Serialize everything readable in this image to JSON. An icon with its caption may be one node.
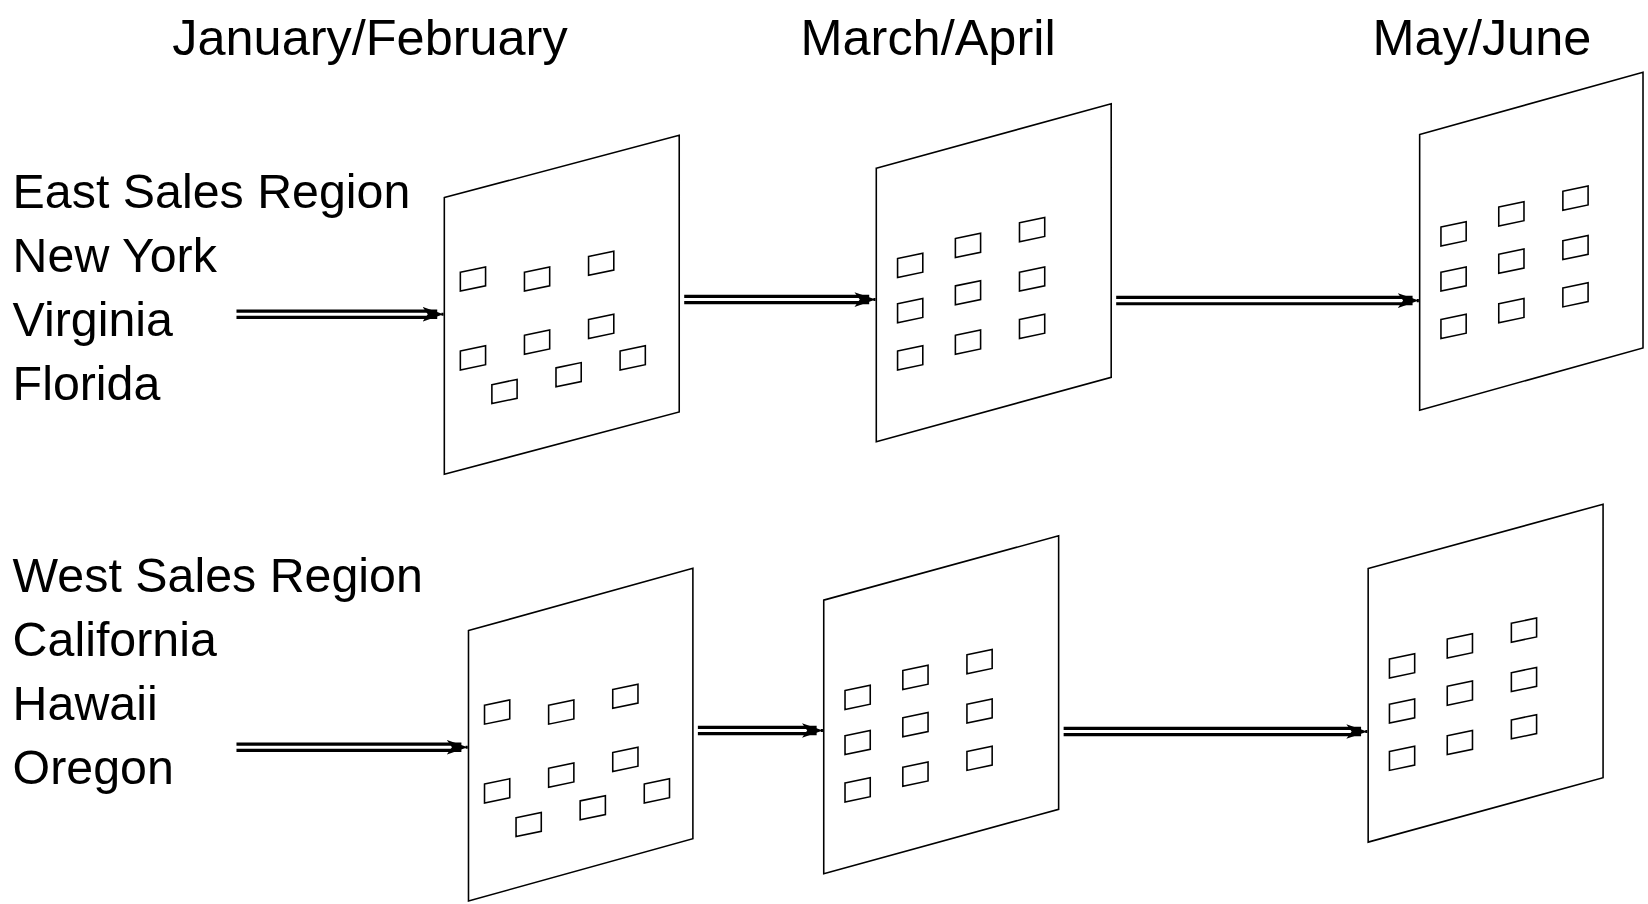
{
  "diagram": {
    "nodes": [
      {
        "text": [
          "East Sales Region",
          "New York",
          "Virginia",
          "Florida"
        ]
      },
      {
        "text": [],
        "shape": "parallelogram"
      },
      {
        "text": [],
        "shape": "parallelogram"
      },
      {
        "text": [],
        "shape": "parallelogram"
      },
      {
        "text": [
          "West Sales Region",
          "California",
          "Hawaii",
          "Oregon"
        ]
      },
      {
        "text": [],
        "shape": "parallelogram"
      },
      {
        "text": [],
        "shape": "parallelogram"
      },
      {
        "text": [],
        "shape": "parallelogram"
      }
    ],
    "edges": [
      {
        "from": 0,
        "to": 1,
        "arrow": "to"
      },
      {
        "from": 1,
        "to": 2,
        "arrow": "to"
      },
      {
        "from": 2,
        "to": 3,
        "arrow": "to"
      },
      {
        "from": 4,
        "to": 5,
        "arrow": "to"
      },
      {
        "from": 5,
        "to": 6,
        "arrow": "to"
      },
      {
        "from": 6,
        "to": 7,
        "arrow": "to"
      }
    ],
    "labels": [
      "January/February",
      "March/April",
      "May/June"
    ]
  }
}
